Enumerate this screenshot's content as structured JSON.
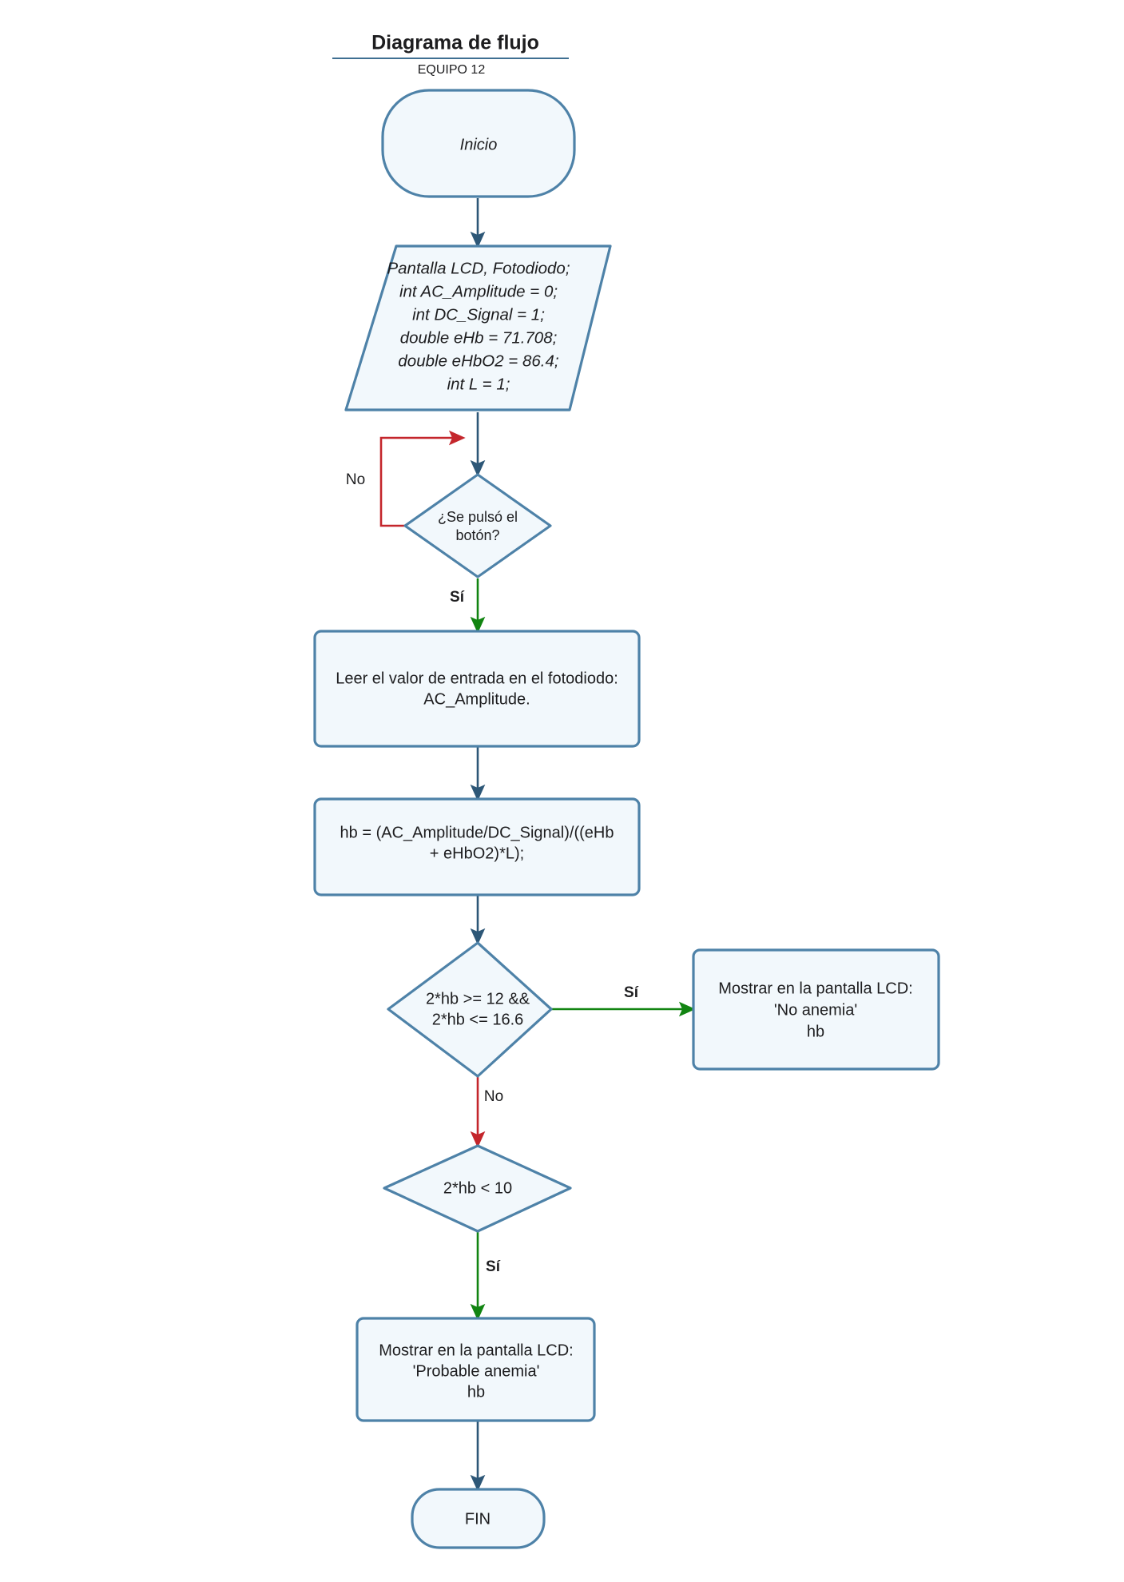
{
  "header": {
    "title": "Diagrama de flujo",
    "subtitle": "EQUIPO 12"
  },
  "colors": {
    "shape_border": "#4e82a8",
    "shape_fill": "#f2f8fc",
    "connector_default": "#2d5777",
    "connector_yes": "#118411",
    "connector_no": "#c4262c",
    "text": "#1d1d1f"
  },
  "nodes": {
    "start": {
      "label": "Inicio",
      "shape": "terminator"
    },
    "declarations": {
      "shape": "parallelogram",
      "lines": [
        "Pantalla LCD, Fotodiodo;",
        "int AC_Amplitude = 0;",
        "int DC_Signal = 1;",
        "double eHb = 71.708;",
        "double eHbO2 = 86.4;",
        "int L = 1;"
      ]
    },
    "decision_button": {
      "shape": "diamond",
      "lines": [
        "¿Se pulsó el",
        "botón?"
      ]
    },
    "read_photodiode": {
      "shape": "process",
      "lines": [
        "Leer el valor de entrada en el fotodiodo:",
        "AC_Amplitude."
      ]
    },
    "compute_hb": {
      "shape": "process",
      "lines": [
        "hb = (AC_Amplitude/DC_Signal)/((eHb",
        "+ eHbO2)*L);"
      ]
    },
    "decision_range": {
      "shape": "diamond",
      "lines": [
        "2*hb >= 12 &&",
        "2*hb <= 16.6"
      ]
    },
    "display_no_anemia": {
      "shape": "process",
      "lines": [
        "Mostrar en la pantalla LCD:",
        "'No anemia'",
        "hb"
      ]
    },
    "decision_low": {
      "shape": "diamond",
      "lines": [
        "2*hb < 10"
      ]
    },
    "display_probable_anemia": {
      "shape": "process",
      "lines": [
        "Mostrar en la pantalla LCD:",
        "'Probable anemia'",
        "hb"
      ]
    },
    "end": {
      "label": "FIN",
      "shape": "terminator"
    }
  },
  "edge_labels": {
    "button_no": "No",
    "button_yes": "Sí",
    "range_yes": "Sí",
    "range_no": "No",
    "low_yes": "Sí"
  }
}
